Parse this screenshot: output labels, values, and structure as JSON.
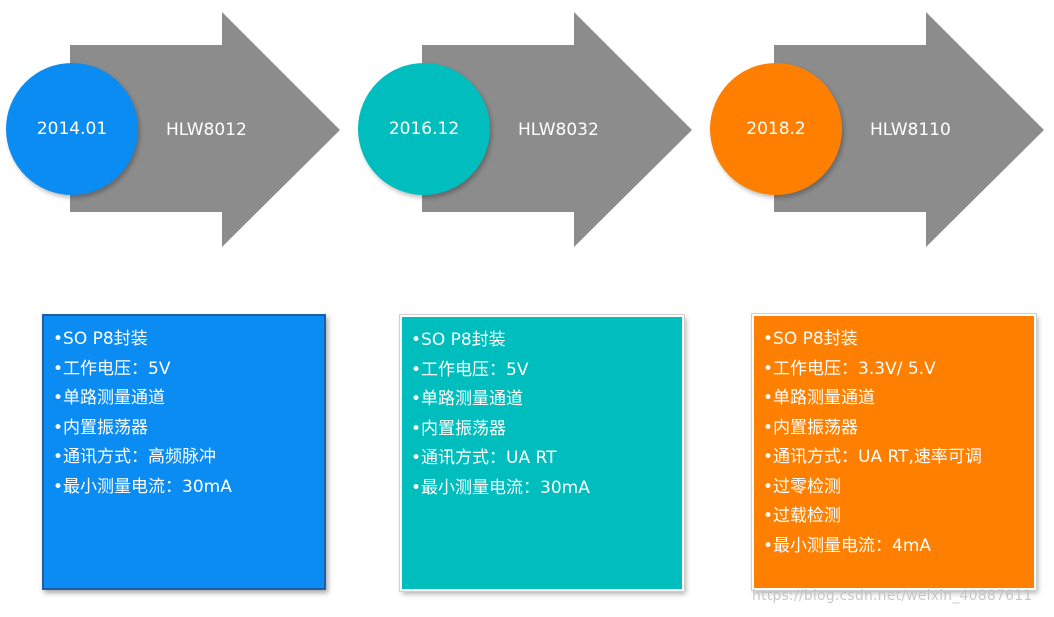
{
  "colors": {
    "arrow": "#8c8c8c",
    "blue": "#0a8cf2",
    "teal": "#00bebe",
    "orange": "#ff7f00"
  },
  "stages": [
    {
      "date": "2014.01",
      "model": "HLW8012",
      "features": [
        "•SO P8封装",
        "•工作电压：5V",
        "•单路测量通道",
        "•内置振荡器",
        "•通讯方式：高频脉冲",
        "•最小测量电流：30mA"
      ]
    },
    {
      "date": "2016.12",
      "model": "HLW8032",
      "features": [
        "•SO P8封装",
        "•工作电压：5V",
        "•单路测量通道",
        "•内置振荡器",
        "•通讯方式：UA RT",
        "•最小测量电流：30mA"
      ]
    },
    {
      "date": "2018.2",
      "model": "HLW8110",
      "features": [
        "•SO P8封装",
        "•工作电压：3.3V/ 5.V",
        "•单路测量通道",
        "•内置振荡器",
        "•通讯方式：UA RT,速率可调",
        "•过零检测",
        "•过载检测",
        "•最小测量电流：4mA"
      ]
    }
  ],
  "watermark": "https://blog.csdn.net/weixin_40887611"
}
